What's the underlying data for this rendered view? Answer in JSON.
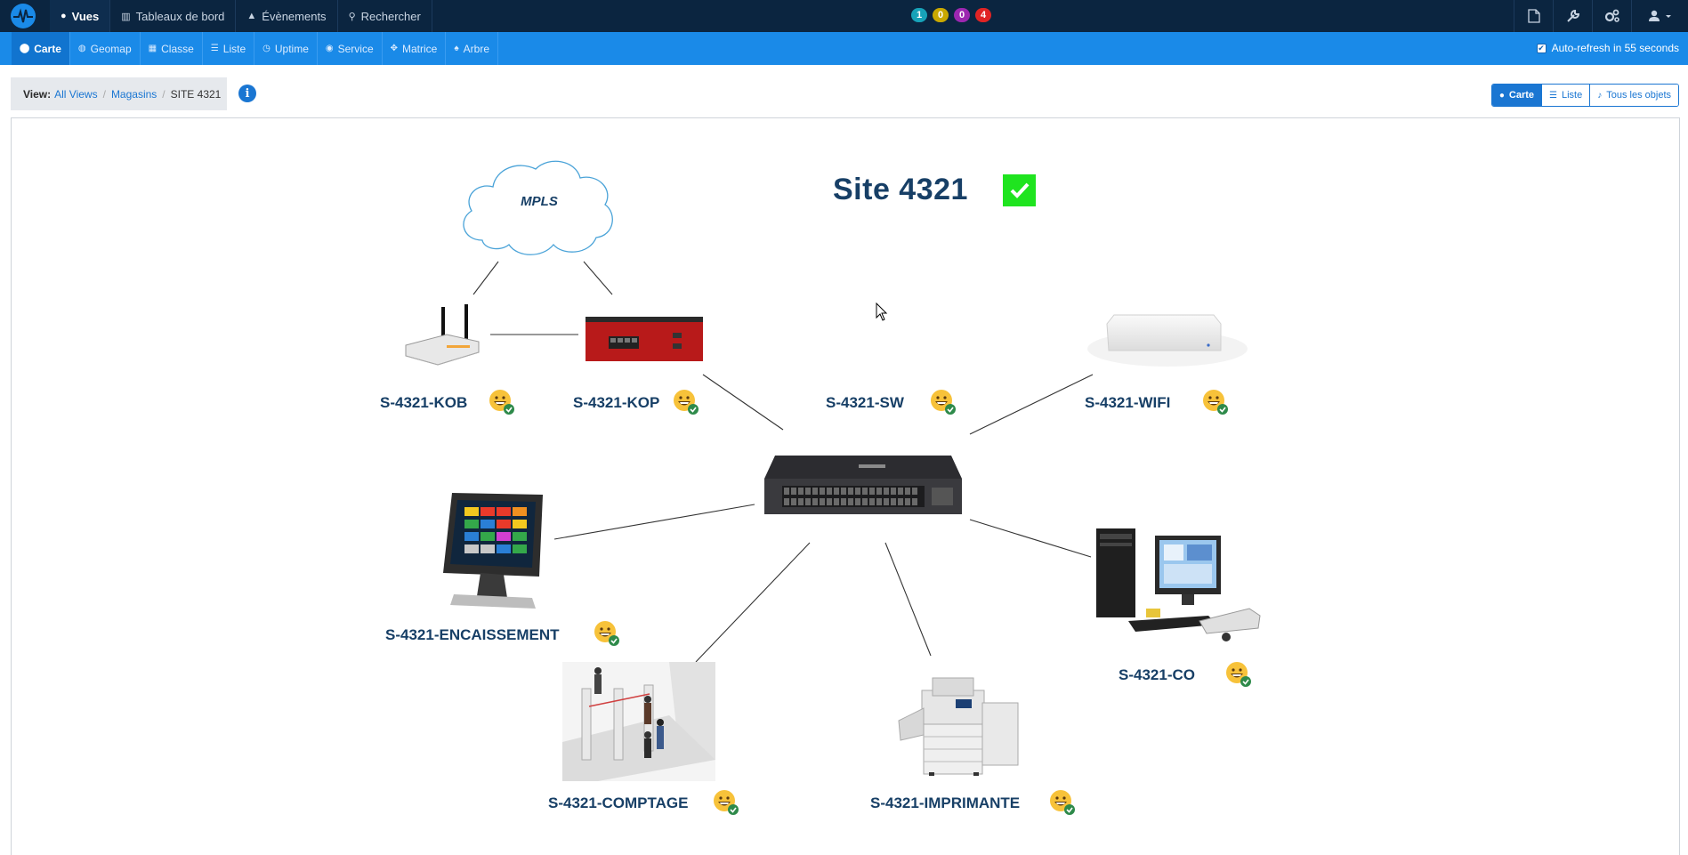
{
  "topnav": {
    "items": [
      {
        "label": "Vues",
        "icon": "globe-icon",
        "active": true
      },
      {
        "label": "Tableaux de bord",
        "icon": "bar-chart-icon"
      },
      {
        "label": "Évènements",
        "icon": "warning-icon"
      },
      {
        "label": "Rechercher",
        "icon": "search-icon"
      }
    ],
    "counters": [
      {
        "value": "1",
        "color": "#17a2b8"
      },
      {
        "value": "0",
        "color": "#c9a800"
      },
      {
        "value": "0",
        "color": "#9c27b0"
      },
      {
        "value": "4",
        "color": "#e02424"
      }
    ],
    "right_icons": [
      "pdf-icon",
      "wrench-icon",
      "cogs-icon",
      "user-icon"
    ]
  },
  "subnav": {
    "items": [
      {
        "label": "Carte",
        "icon": "map-marker-icon",
        "active": true
      },
      {
        "label": "Geomap",
        "icon": "globe-icon"
      },
      {
        "label": "Classe",
        "icon": "grid-icon"
      },
      {
        "label": "Liste",
        "icon": "list-icon"
      },
      {
        "label": "Uptime",
        "icon": "clock-icon"
      },
      {
        "label": "Service",
        "icon": "eye-icon"
      },
      {
        "label": "Matrice",
        "icon": "crosshair-icon"
      },
      {
        "label": "Arbre",
        "icon": "tree-icon"
      }
    ],
    "autorefresh": "Auto-refresh in 55 seconds"
  },
  "breadcrumb": {
    "label": "View:",
    "all_views": "All Views",
    "parent": "Magasins",
    "current": "SITE 4321"
  },
  "view_switch": [
    {
      "label": "Carte",
      "icon": "map-marker-icon",
      "active": true
    },
    {
      "label": "Liste",
      "icon": "list-icon"
    },
    {
      "label": "Tous les objets",
      "icon": "bell-icon"
    }
  ],
  "map": {
    "title": "Site 4321",
    "cloud_label": "MPLS",
    "status_color": "#1fe41f",
    "nodes": {
      "kob": "S-4321-KOB",
      "kop": "S-4321-KOP",
      "sw": "S-4321-SW",
      "wifi": "S-4321-WIFI",
      "encaissement": "S-4321-ENCAISSEMENT",
      "co": "S-4321-CO",
      "comptage": "S-4321-COMPTAGE",
      "imprimante": "S-4321-IMPRIMANTE"
    }
  }
}
